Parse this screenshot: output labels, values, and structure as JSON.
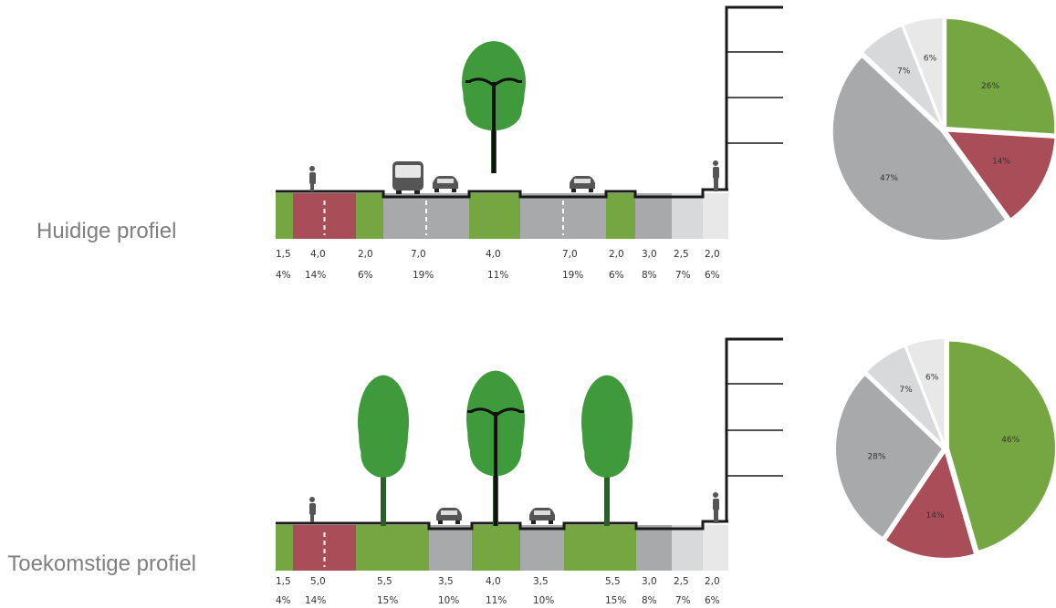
{
  "labels": {
    "current": "Huidige profiel",
    "future": "Toekomstige profiel"
  },
  "colors": {
    "green": "#76a642",
    "red": "#a94d59",
    "grey": "#a8a9ab",
    "lightgrey": "#d8d9da",
    "palegrey": "#e8e8e8",
    "tree": "#3f9a3c",
    "outline": "#1a1a1a"
  },
  "profiles": [
    {
      "id": "current",
      "segments": [
        {
          "kind": "green",
          "width": "1,5",
          "pct": "4%"
        },
        {
          "kind": "red",
          "width": "4,0",
          "pct": "14%",
          "dashed": true
        },
        {
          "kind": "green",
          "width": "2,0",
          "pct": "6%"
        },
        {
          "kind": "grey",
          "width": "7,0",
          "pct": "19%",
          "dashed": true
        },
        {
          "kind": "green",
          "width": "4,0",
          "pct": "11%"
        },
        {
          "kind": "grey",
          "width": "7,0",
          "pct": "19%",
          "dashed": true
        },
        {
          "kind": "green",
          "width": "2,0",
          "pct": "6%"
        },
        {
          "kind": "grey",
          "width": "3,0",
          "pct": "8%"
        },
        {
          "kind": "lightgrey",
          "width": "2,5",
          "pct": "7%"
        },
        {
          "kind": "palegrey",
          "width": "2,0",
          "pct": "6%"
        }
      ],
      "pie": [
        {
          "kind": "green",
          "value": 26,
          "label": "26%"
        },
        {
          "kind": "red",
          "value": 14,
          "label": "14%"
        },
        {
          "kind": "grey",
          "value": 47,
          "label": "47%"
        },
        {
          "kind": "lightgrey",
          "value": 7,
          "label": "7%"
        },
        {
          "kind": "palegrey",
          "value": 6,
          "label": "6%"
        }
      ]
    },
    {
      "id": "future",
      "segments": [
        {
          "kind": "green",
          "width": "1,5",
          "pct": "4%"
        },
        {
          "kind": "red",
          "width": "5,0",
          "pct": "14%",
          "dashed": true
        },
        {
          "kind": "green",
          "width": "5,5",
          "pct": "15%"
        },
        {
          "kind": "grey",
          "width": "3,5",
          "pct": "10%"
        },
        {
          "kind": "green",
          "width": "4,0",
          "pct": "11%"
        },
        {
          "kind": "grey",
          "width": "3,5",
          "pct": "10%"
        },
        {
          "kind": "green",
          "width": "5,5",
          "pct": "15%"
        },
        {
          "kind": "grey",
          "width": "3,0",
          "pct": "8%"
        },
        {
          "kind": "lightgrey",
          "width": "2,5",
          "pct": "7%"
        },
        {
          "kind": "palegrey",
          "width": "2,0",
          "pct": "6%"
        }
      ],
      "pie": [
        {
          "kind": "green",
          "value": 46,
          "label": "46%"
        },
        {
          "kind": "red",
          "value": 14,
          "label": "14%"
        },
        {
          "kind": "grey",
          "value": 28,
          "label": "28%"
        },
        {
          "kind": "lightgrey",
          "value": 7,
          "label": "7%"
        },
        {
          "kind": "palegrey",
          "value": 6,
          "label": "6%"
        }
      ]
    }
  ]
}
